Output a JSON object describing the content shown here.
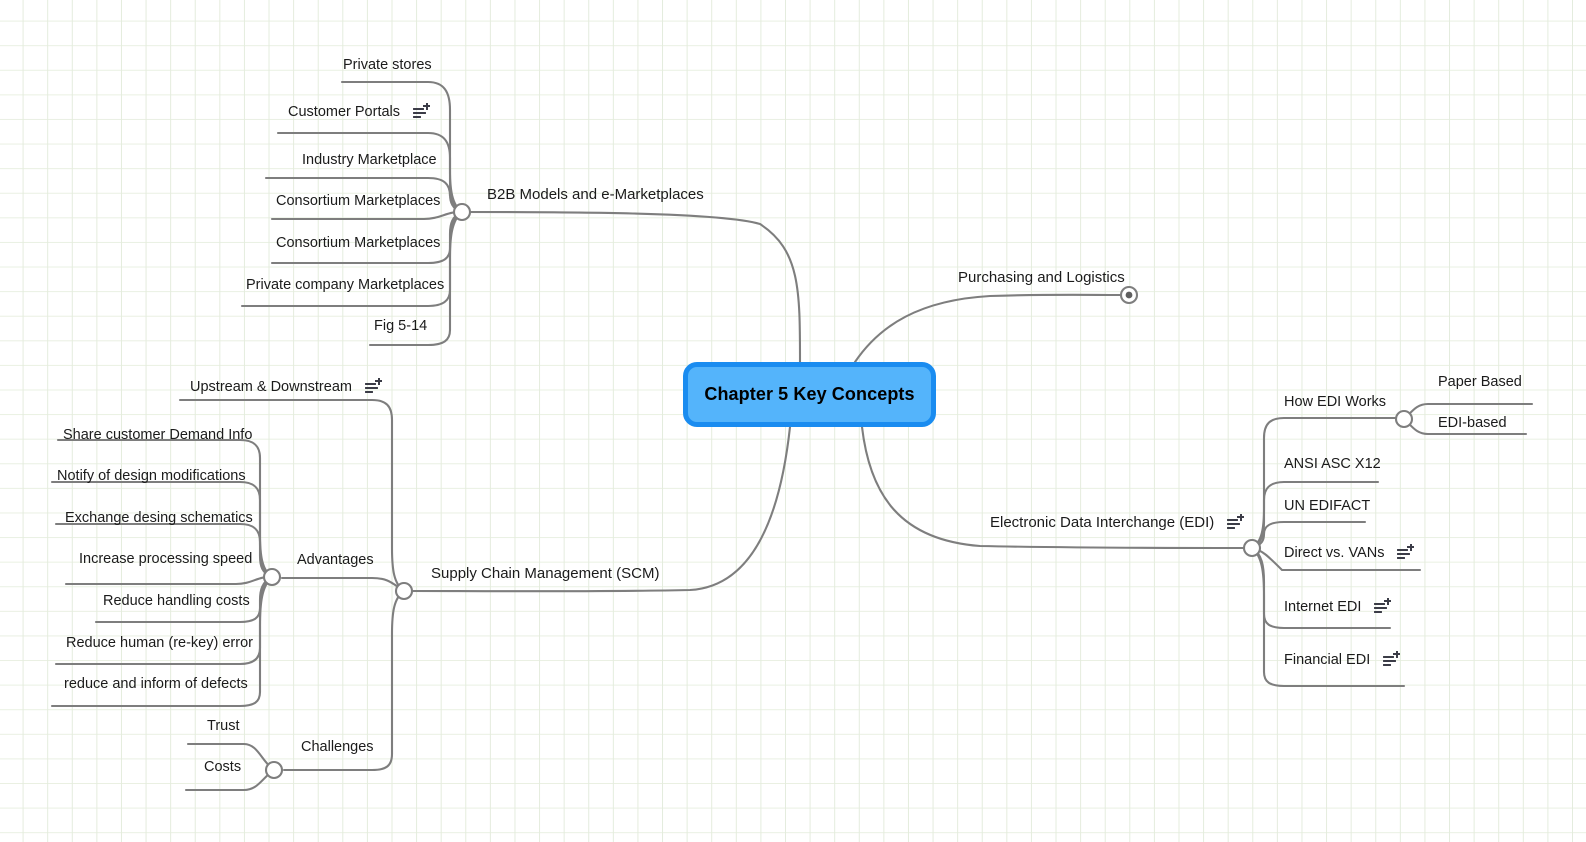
{
  "root": {
    "label": "Chapter 5 Key Concepts",
    "fill": "#54b4fb",
    "border": "#1a8cf0"
  },
  "theme": {
    "grid_color": "#e6eede",
    "wire_color": "#7e7e7e",
    "text_color": "#1b1b1b",
    "background": "#ffffff"
  },
  "icons": {
    "note": "note-add-icon"
  },
  "branches": [
    {
      "id": "b2b",
      "label": "B2B Models and e-Marketplaces",
      "has_note": false,
      "children": [
        {
          "label": "Private stores",
          "has_note": false
        },
        {
          "label": "Customer Portals",
          "has_note": true
        },
        {
          "label": "Industry Marketplace",
          "has_note": false
        },
        {
          "label": "Consortium Marketplaces",
          "has_note": false
        },
        {
          "label": "Consortium Marketplaces",
          "has_note": false
        },
        {
          "label": "Private company Marketplaces",
          "has_note": false
        },
        {
          "label": "Fig 5-14",
          "has_note": false
        }
      ]
    },
    {
      "id": "purchasing",
      "label": "Purchasing and Logistics",
      "has_note": false,
      "collapsed": true,
      "children": []
    },
    {
      "id": "edi",
      "label": "Electronic Data Interchange (EDI)",
      "has_note": true,
      "children": [
        {
          "label": "How EDI Works",
          "has_note": false,
          "children": [
            {
              "label": "Paper Based",
              "has_note": false
            },
            {
              "label": "EDI-based",
              "has_note": false
            }
          ]
        },
        {
          "label": "ANSI ASC X12",
          "has_note": false
        },
        {
          "label": "UN EDIFACT",
          "has_note": false
        },
        {
          "label": "Direct vs. VANs",
          "has_note": true
        },
        {
          "label": "Internet EDI",
          "has_note": true
        },
        {
          "label": "Financial EDI",
          "has_note": true
        }
      ]
    },
    {
      "id": "scm",
      "label": "Supply Chain Management (SCM)",
      "has_note": false,
      "children": [
        {
          "label": "Upstream & Downstream",
          "has_note": true
        },
        {
          "label": "Advantages",
          "has_note": false,
          "children": [
            {
              "label": "Share customer Demand Info",
              "has_note": false
            },
            {
              "label": "Notify of design modifications",
              "has_note": false
            },
            {
              "label": "Exchange desing schematics",
              "has_note": false
            },
            {
              "label": "Increase processing speed",
              "has_note": false
            },
            {
              "label": "Reduce handling costs",
              "has_note": false
            },
            {
              "label": "Reduce human (re-key) error",
              "has_note": false
            },
            {
              "label": "reduce and inform of defects",
              "has_note": false
            }
          ]
        },
        {
          "label": "Challenges",
          "has_note": false,
          "children": [
            {
              "label": "Trust",
              "has_note": false
            },
            {
              "label": "Costs",
              "has_note": false
            }
          ]
        }
      ]
    }
  ]
}
